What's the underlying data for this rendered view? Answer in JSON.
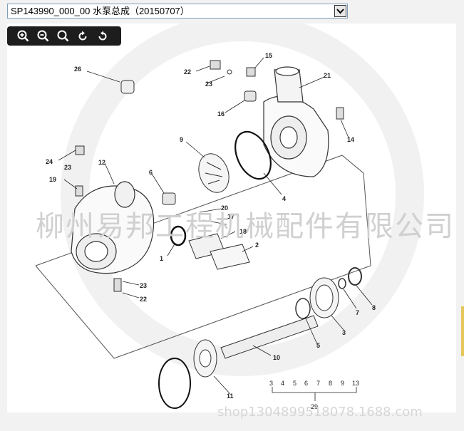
{
  "header": {
    "select_value": "SP143990_000_00 水泵总成（20150707）"
  },
  "toolbar": {
    "buttons": [
      {
        "icon": "zoom-in-icon"
      },
      {
        "icon": "zoom-out-icon"
      },
      {
        "icon": "zoom-fit-icon"
      },
      {
        "icon": "rotate-right-icon"
      },
      {
        "icon": "rotate-left-icon"
      }
    ]
  },
  "diagram": {
    "callouts": [
      "26",
      "22",
      "23",
      "15",
      "21",
      "16",
      "14",
      "9",
      "24",
      "23",
      "12",
      "6",
      "19",
      "20",
      "17",
      "18",
      "4",
      "2",
      "1",
      "23",
      "22",
      "8",
      "7",
      "3",
      "5",
      "10",
      "11"
    ],
    "bottom_sequence": [
      "3",
      "4",
      "5",
      "6",
      "7",
      "8",
      "9",
      "13"
    ],
    "bottom_group": "29"
  },
  "watermark": {
    "main": "柳州易邦工程机械配件有限公司",
    "footer": "shop1304899518078.1688.com"
  }
}
